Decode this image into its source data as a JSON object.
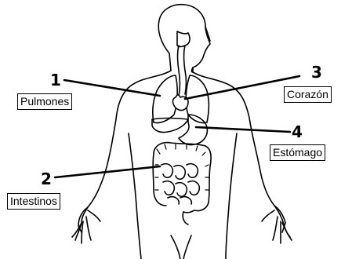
{
  "organs": [
    {
      "number": "1",
      "label": "Pulmones"
    },
    {
      "number": "2",
      "label": "Intestinos"
    },
    {
      "number": "3",
      "label": "Corazón"
    },
    {
      "number": "4",
      "label": "Estómago"
    }
  ]
}
